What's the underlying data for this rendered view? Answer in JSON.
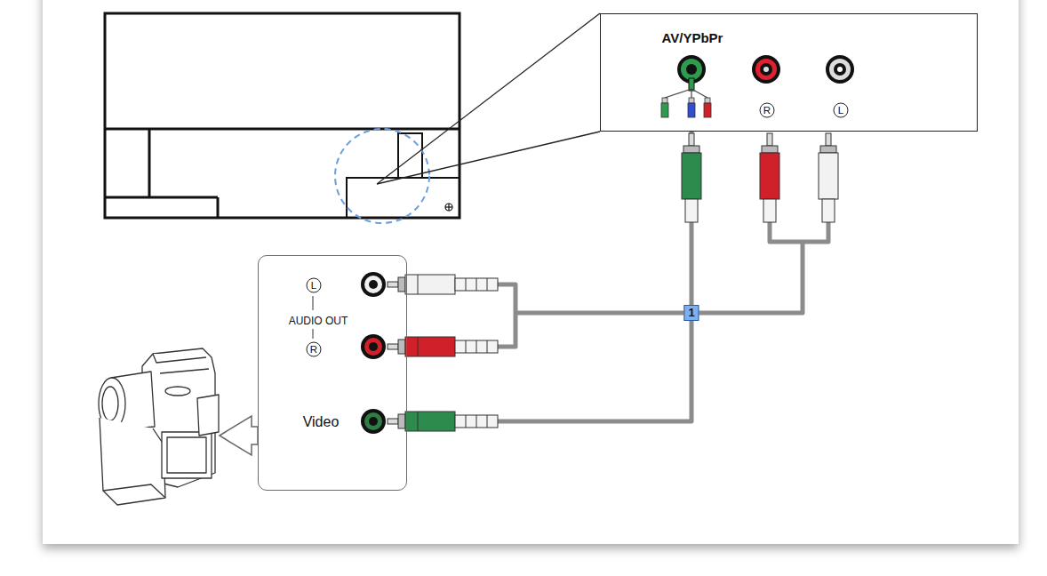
{
  "diagram": {
    "nodes": [
      {
        "text": [
          "AV/YPbPr",
          "R",
          "L"
        ]
      },
      {
        "text": [
          "L",
          "AUDIO OUT",
          "R",
          "Video"
        ]
      }
    ],
    "edges": [
      {
        "from": 1,
        "to": 0,
        "arrow": "none",
        "label": "1"
      }
    ]
  }
}
